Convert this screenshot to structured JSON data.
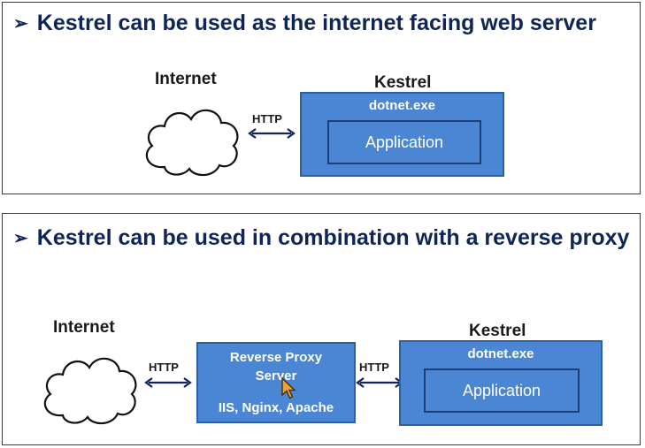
{
  "bullet_glyph": "➢",
  "section1": {
    "heading": "Kestrel can be used as the internet facing web server",
    "internet_label": "Internet",
    "http_label": "HTTP",
    "kestrel_label": "Kestrel",
    "process_label": "dotnet.exe",
    "app_label": "Application"
  },
  "section2": {
    "heading": "Kestrel can be used in combination with a reverse proxy",
    "internet_label": "Internet",
    "http_label_left": "HTTP",
    "proxy_title": "Reverse Proxy Server",
    "proxy_examples": "IIS, Nginx, Apache",
    "http_label_right": "HTTP",
    "kestrel_label": "Kestrel",
    "process_label": "dotnet.exe",
    "app_label": "Application"
  },
  "colors": {
    "heading": "#0f2557",
    "box_fill": "#4a86d3",
    "box_border": "#2d5fa8",
    "inner_border": "#1f3f74",
    "arrow": "#0f2557"
  }
}
